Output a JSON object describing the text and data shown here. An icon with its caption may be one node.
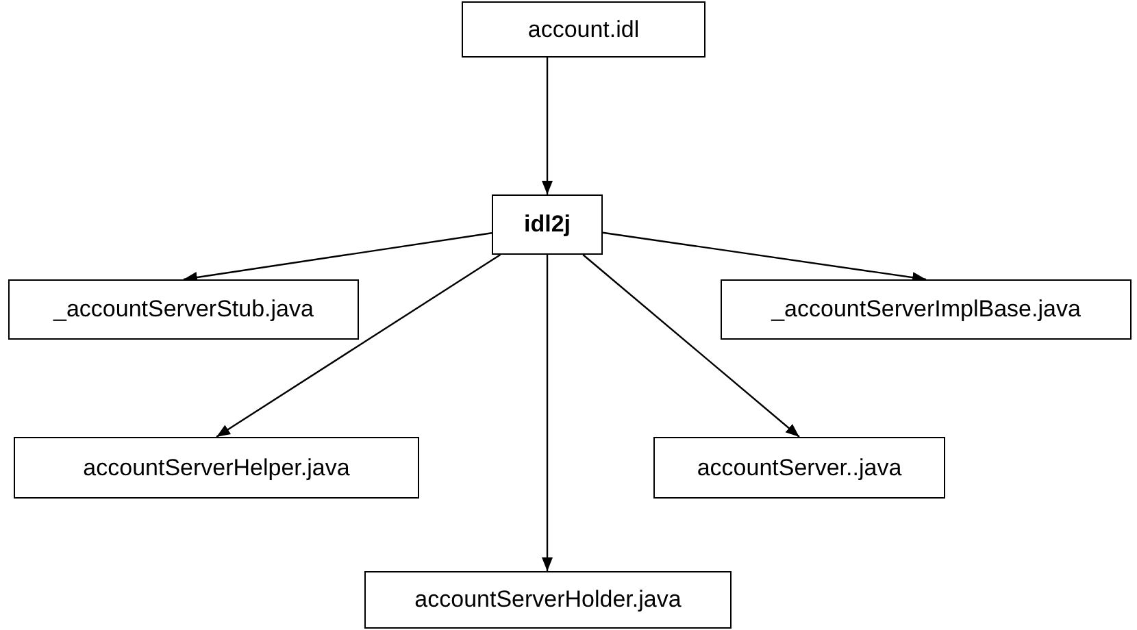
{
  "diagram": {
    "nodes": [
      {
        "text": [
          "account.idl"
        ]
      },
      {
        "text": [
          "idl2j"
        ]
      },
      {
        "text": [
          "_accountServerStub.java"
        ]
      },
      {
        "text": [
          "_accountServerImplBase.java"
        ]
      },
      {
        "text": [
          "accountServerHelper.java"
        ]
      },
      {
        "text": [
          "accountServer..java"
        ]
      },
      {
        "text": [
          "accountServerHolder.java"
        ]
      }
    ],
    "edges": [
      {
        "from": 0,
        "to": 1,
        "arrow": "to"
      },
      {
        "from": 1,
        "to": 2,
        "arrow": "to"
      },
      {
        "from": 1,
        "to": 3,
        "arrow": "to"
      },
      {
        "from": 1,
        "to": 4,
        "arrow": "to"
      },
      {
        "from": 1,
        "to": 5,
        "arrow": "to"
      },
      {
        "from": 1,
        "to": 6,
        "arrow": "to"
      }
    ]
  }
}
